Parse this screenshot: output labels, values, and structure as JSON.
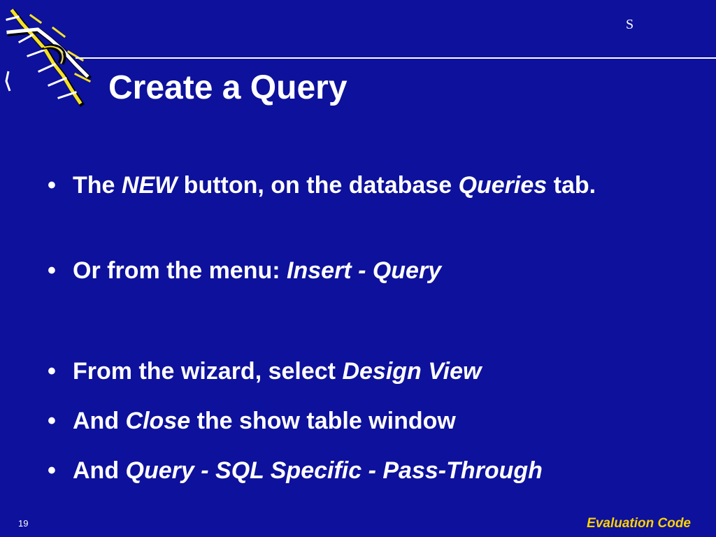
{
  "slide": {
    "corner_mark": "S",
    "title": "Create a Query",
    "bullets": [
      {
        "parts": [
          {
            "text": "The ",
            "italic": false
          },
          {
            "text": "NEW",
            "italic": true
          },
          {
            "text": " button, on the database ",
            "italic": false
          },
          {
            "text": "Queries",
            "italic": true
          },
          {
            "text": " tab.",
            "italic": false
          }
        ]
      },
      {
        "parts": [
          {
            "text": "Or from the menu:  ",
            "italic": false
          },
          {
            "text": "Insert - Query",
            "italic": true
          }
        ]
      },
      {
        "parts": [
          {
            "text": "From the wizard, select ",
            "italic": false
          },
          {
            "text": "Design View",
            "italic": true
          }
        ]
      },
      {
        "parts": [
          {
            "text": "And ",
            "italic": false
          },
          {
            "text": "Close",
            "italic": true
          },
          {
            "text": " the show table window",
            "italic": false
          }
        ]
      },
      {
        "parts": [
          {
            "text": "And ",
            "italic": false
          },
          {
            "text": "Query - SQL Specific - Pass-Through",
            "italic": true
          }
        ]
      }
    ],
    "bullet_symbol": "•",
    "page_number": "19",
    "footer_label": "Evaluation Code"
  },
  "colors": {
    "background": "#0d119b",
    "text": "#ffffff",
    "footer_label": "#ffd200",
    "logo_yellow": "#f5e12a",
    "logo_white": "#ffffff",
    "logo_black": "#000000"
  },
  "icons": {
    "logo": "dna-helix-logo"
  }
}
